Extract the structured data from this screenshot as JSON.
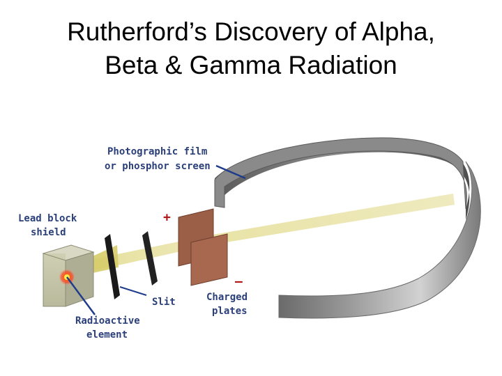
{
  "slide": {
    "title_line1": "Rutherford’s Discovery of Alpha,",
    "title_line2": "Beta & Gamma Radiation"
  },
  "diagram": {
    "labels": {
      "film_line1": "Photographic film",
      "film_line2": "or phosphor screen",
      "lead_line1": "Lead block",
      "lead_line2": "shield",
      "slit": "Slit",
      "plates_line1": "Charged",
      "plates_line2": "plates",
      "radio_line1": "Radioactive",
      "radio_line2": "element",
      "plus": "+",
      "minus": "–"
    },
    "colors": {
      "label_text": "#2b3f7a",
      "sign": "#b01818",
      "beam": "#e9e3a8",
      "plate": "#9b5f47",
      "screen": "#a8a8a8",
      "source": "#ff3b1a"
    }
  }
}
